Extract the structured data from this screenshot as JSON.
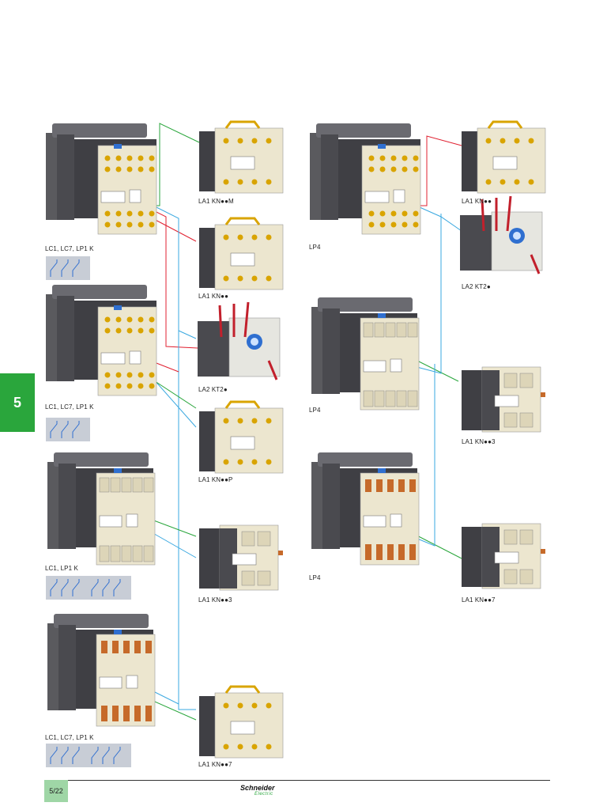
{
  "section_tab": "5",
  "page_number": "5/22",
  "brand": {
    "name": "Schneider",
    "sub": "Electric"
  },
  "labels": {
    "lc_1": "LC1, LC7, LP1 K",
    "lc_2": "LC1, LC7, LP1 K",
    "lc_3": "LC1, LP1 K",
    "lc_4": "LC1, LC7, LP1 K",
    "lp4_1": "LP4",
    "lp4_2": "LP4",
    "lp4_3": "LP4",
    "a_m": "LA1 KN●●M",
    "a_plain1": "LA1 KN●●",
    "a_kt": "LA2 KT2●",
    "a_p": "LA1 KN●●P",
    "a_3": "LA1 KN●●3",
    "a_7": "LA1 KN●●7",
    "b_plain": "LA1 KN●●",
    "b_kt": "LA2 KT2●",
    "b_3": "LA1 KN●●3",
    "b_7": "LA1 KN●●7"
  },
  "colors": {
    "green": "#2aa63c",
    "red": "#e02030",
    "blue": "#3aa8e0",
    "tab": "#2aa63c",
    "page_bg": "#9fd6a6"
  }
}
